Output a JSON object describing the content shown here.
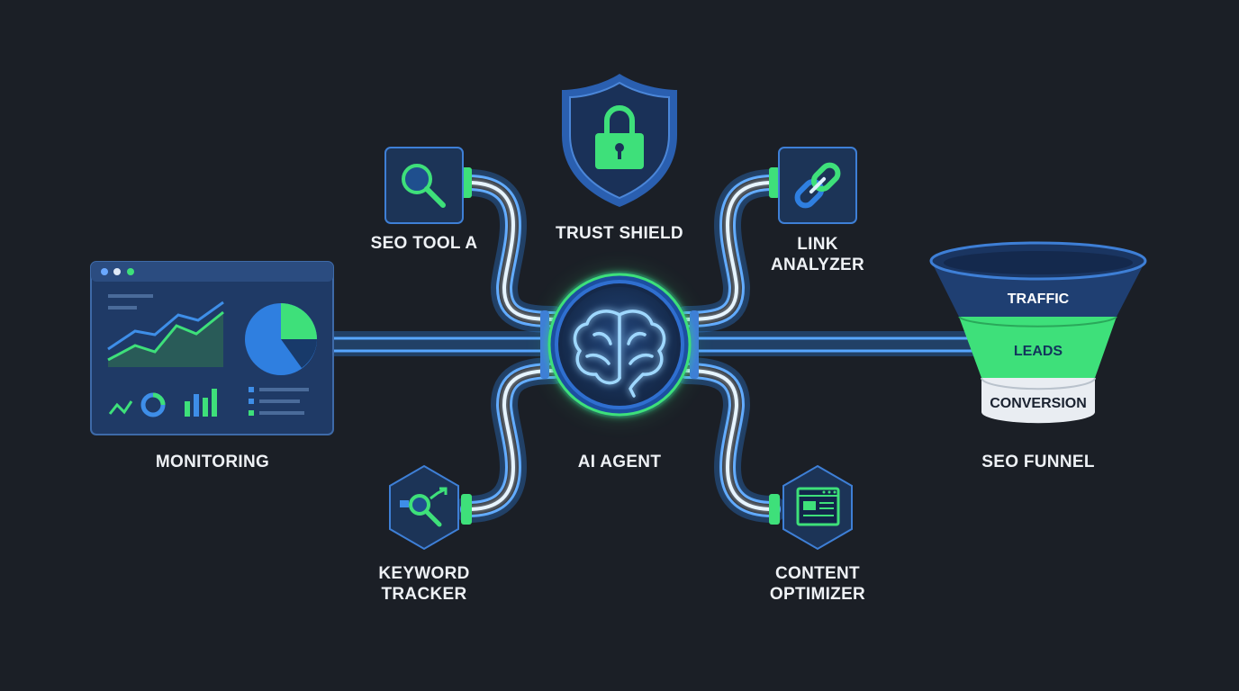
{
  "nodes": {
    "seo_tool_a": {
      "label": "SEO TOOL A",
      "icon": "magnifier-icon"
    },
    "trust_shield": {
      "label": "TRUST SHIELD",
      "icon": "shield-lock-icon"
    },
    "link_analyzer": {
      "label": "LINK\nANALYZER",
      "icon": "chain-link-icon"
    },
    "monitoring": {
      "label": "MONITORING",
      "icon": "dashboard-icon"
    },
    "ai_agent": {
      "label": "AI AGENT",
      "icon": "brain-icon"
    },
    "seo_funnel": {
      "label": "SEO FUNNEL",
      "icon": "funnel-icon"
    },
    "keyword_tracker": {
      "label": "KEYWORD\nTRACKER",
      "icon": "keyword-trend-icon"
    },
    "content_optimizer": {
      "label": "CONTENT\nOPTIMIZER",
      "icon": "browser-content-icon"
    }
  },
  "funnel": {
    "stages": [
      "TRAFFIC",
      "LEADS",
      "CONVERSION"
    ]
  },
  "colors": {
    "background": "#1b1f26",
    "accent_green": "#3ee07a",
    "accent_blue": "#2f7fe0",
    "navy": "#1f3a66",
    "text": "#eef1f5"
  }
}
